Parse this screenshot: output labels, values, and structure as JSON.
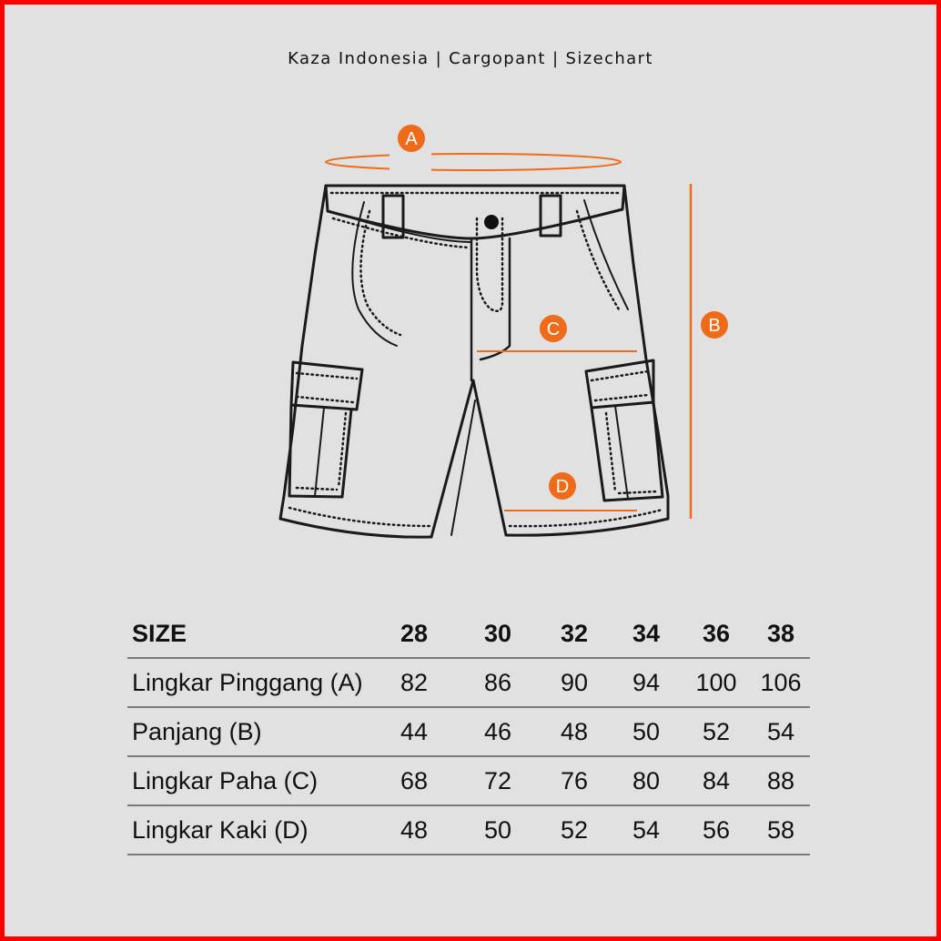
{
  "header": {
    "title": "Kaza Indonesia | Cargopant | Sizechart"
  },
  "diagram": {
    "accent_color": "#ef6b1a",
    "line_color": "#1a1a1a",
    "markers": [
      {
        "id": "A",
        "label": "A"
      },
      {
        "id": "B",
        "label": "B"
      },
      {
        "id": "C",
        "label": "C"
      },
      {
        "id": "D",
        "label": "D"
      }
    ]
  },
  "table": {
    "header": {
      "label": "SIZE",
      "values": [
        "28",
        "30",
        "32",
        "34",
        "36",
        "38"
      ]
    },
    "rows": [
      {
        "label": "Lingkar Pinggang (A)",
        "values": [
          "82",
          "86",
          "90",
          "94",
          "100",
          "106"
        ]
      },
      {
        "label": "Panjang (B)",
        "values": [
          "44",
          "46",
          "48",
          "50",
          "52",
          "54"
        ]
      },
      {
        "label": "Lingkar Paha (C)",
        "values": [
          "68",
          "72",
          "76",
          "80",
          "84",
          "88"
        ]
      },
      {
        "label": "Lingkar Kaki (D)",
        "values": [
          "48",
          "50",
          "52",
          "54",
          "56",
          "58"
        ]
      }
    ]
  },
  "colors": {
    "border": "#ff0000",
    "background": "#e2e1e1"
  }
}
